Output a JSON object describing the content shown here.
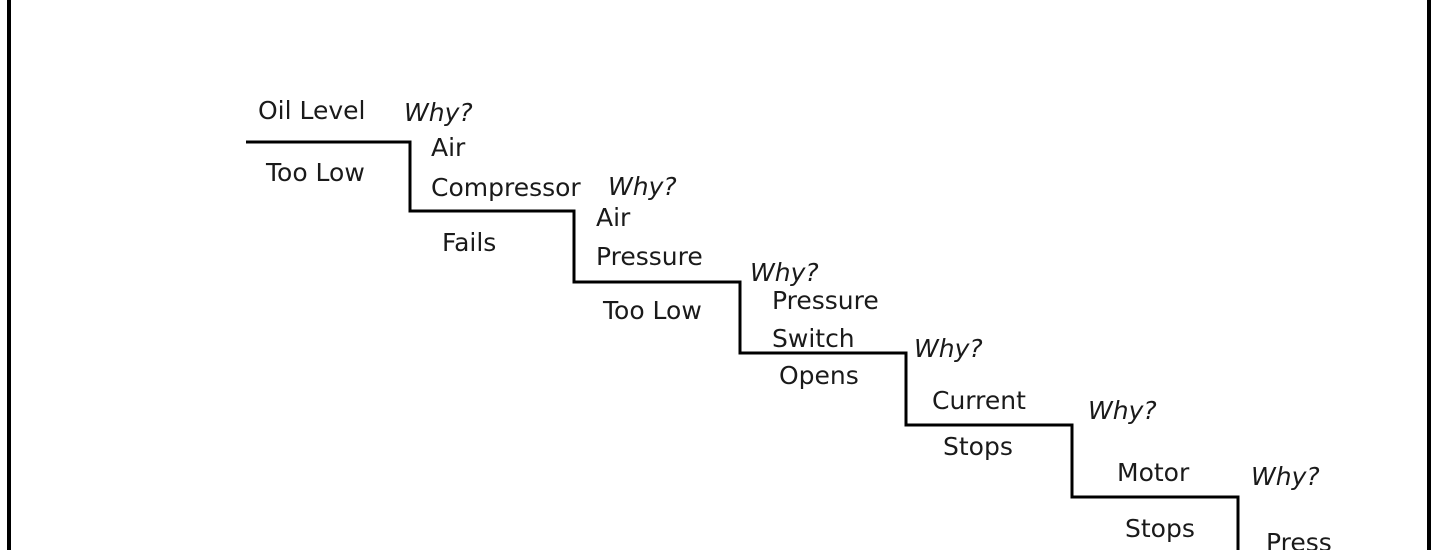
{
  "diagram": {
    "steps": [
      {
        "above": [
          "Oil Level"
        ],
        "below": [
          "Too Low"
        ],
        "why": "Why?"
      },
      {
        "above": [
          "Air",
          "Compressor"
        ],
        "below": [
          "Fails"
        ],
        "why": "Why?"
      },
      {
        "above": [
          "Air",
          "Pressure"
        ],
        "below": [
          "Too Low"
        ],
        "why": "Why?"
      },
      {
        "above": [
          "Pressure",
          "Switch"
        ],
        "below": [
          "Opens"
        ],
        "why": "Why?"
      },
      {
        "above": [
          "Current"
        ],
        "below": [
          "Stops"
        ],
        "why": "Why?"
      },
      {
        "above": [
          "Motor"
        ],
        "below": [
          "Stops"
        ],
        "why": "Why?"
      },
      {
        "above": [
          "Press"
        ],
        "below": [],
        "why": ""
      }
    ]
  }
}
